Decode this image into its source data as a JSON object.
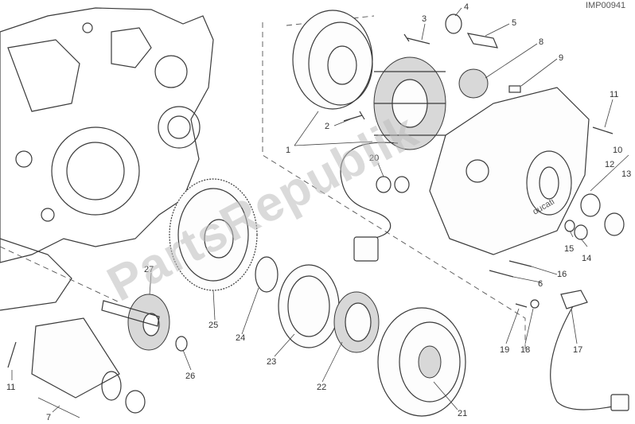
{
  "diagram": {
    "ref_code": "IMP00941",
    "watermark": "PartsRepublik",
    "brand_mark": "ducati",
    "labels": [
      "1",
      "2",
      "3",
      "4",
      "5",
      "6",
      "7",
      "8",
      "9",
      "10",
      "11",
      "11",
      "12",
      "13",
      "14",
      "15",
      "16",
      "17",
      "18",
      "19",
      "20",
      "21",
      "22",
      "23",
      "24",
      "25",
      "26",
      "27"
    ]
  }
}
